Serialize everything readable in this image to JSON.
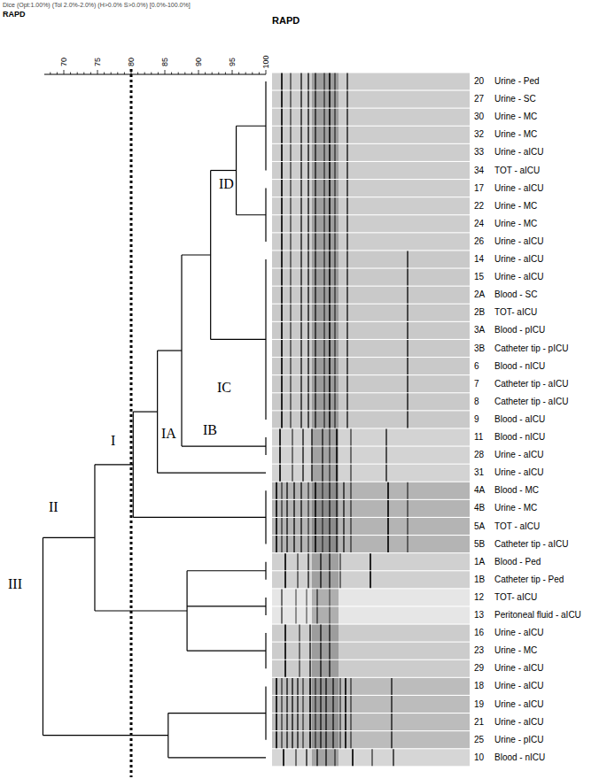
{
  "diagram": {
    "labels": [
      "Dice (Opt:1.00%) (Tol 2.0%-2.0%) (H>0.0% S>0.0%) [0.0%-100.0%]",
      "RAPD",
      "RAPD",
      "70",
      "75",
      "80",
      "85",
      "90",
      "95",
      "100",
      "ID",
      "IC",
      "IB",
      "IA",
      "I",
      "II",
      "III",
      "20",
      "Urine - Ped",
      "27",
      "Urine - SC",
      "30",
      "Urine - MC",
      "32",
      "Urine - MC",
      "33",
      "Urine - aICU",
      "34",
      "TOT - aICU",
      "17",
      "Urine - aICU",
      "22",
      "Urine - MC",
      "24",
      "Urine - MC",
      "26",
      "Urine - aICU",
      "14",
      "Urine - aICU",
      "15",
      "Urine - aICU",
      "2A",
      "Blood - SC",
      "2B",
      "TOT- aICU",
      "3A",
      "Blood - pICU",
      "3B",
      "Catheter tip - pICU",
      "6",
      "Blood - nICU",
      "7",
      "Catheter tip - aICU",
      "8",
      "Catheter tip - aICU",
      "9",
      "Blood - aICU",
      "11",
      "Blood - nICU",
      "28",
      "Urine - aICU",
      "31",
      "Urine - aICU",
      "4A",
      "Blood - MC",
      "4B",
      "Urine - MC",
      "5A",
      "TOT - aICU",
      "5B",
      "Catheter tip - aICU",
      "1A",
      "Blood - Ped",
      "1B",
      "Catheter tip - Ped",
      "12",
      "TOT- aICU",
      "13",
      "Peritoneal fluid - aICU",
      "16",
      "Urine - aICU",
      "23",
      "Urine - MC",
      "29",
      "Urine - aICU",
      "18",
      "Urine - aICU",
      "19",
      "Urine - aICU",
      "21",
      "Urine - aICU",
      "25",
      "Urine - pICU",
      "10",
      "Blood - nICU"
    ]
  }
}
